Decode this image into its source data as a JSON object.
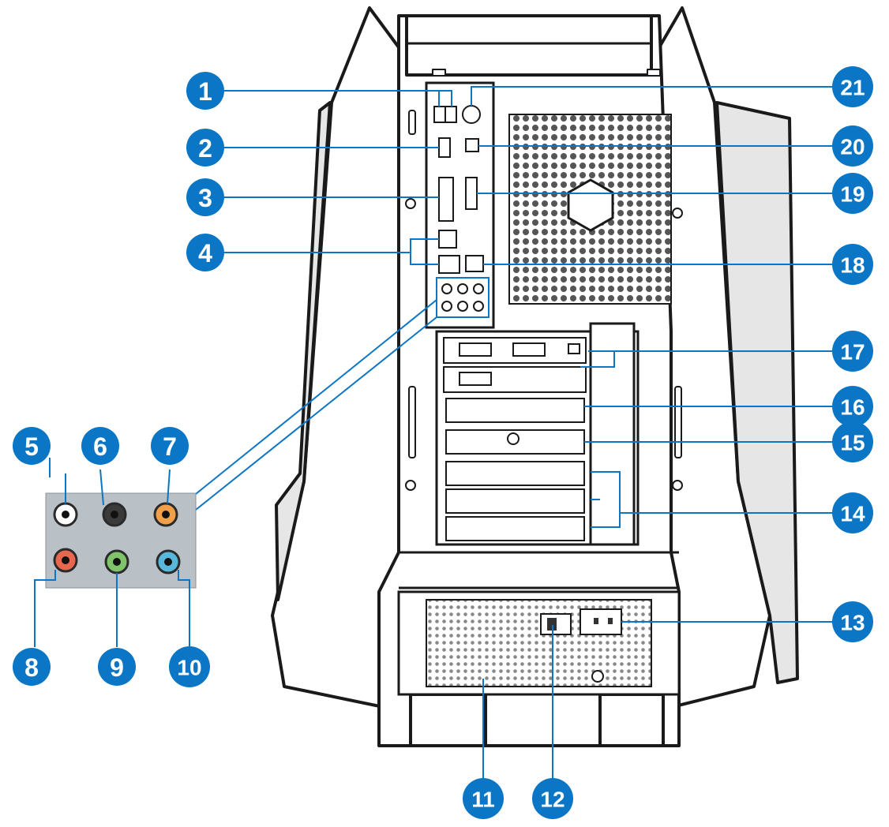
{
  "colors": {
    "callout_fill": "#0b76c5",
    "callout_text": "#ffffff",
    "leader_line": "#0b76c5",
    "case_outline": "#1a1a1a",
    "case_fill": "#ffffff",
    "panel_fill": "#b9c0c6",
    "jack_white": "#ffffff",
    "jack_black": "#3a3a3a",
    "jack_orange": "#f0a04a",
    "jack_red": "#e8674f",
    "jack_green": "#7fc36b",
    "jack_blue": "#58b8dc"
  },
  "callouts": [
    {
      "id": "1",
      "label": "1"
    },
    {
      "id": "2",
      "label": "2"
    },
    {
      "id": "3",
      "label": "3"
    },
    {
      "id": "4",
      "label": "4"
    },
    {
      "id": "5",
      "label": "5"
    },
    {
      "id": "6",
      "label": "6"
    },
    {
      "id": "7",
      "label": "7"
    },
    {
      "id": "8",
      "label": "8"
    },
    {
      "id": "9",
      "label": "9"
    },
    {
      "id": "10",
      "label": "10"
    },
    {
      "id": "11",
      "label": "11"
    },
    {
      "id": "12",
      "label": "12"
    },
    {
      "id": "13",
      "label": "13"
    },
    {
      "id": "14",
      "label": "14"
    },
    {
      "id": "15",
      "label": "15"
    },
    {
      "id": "16",
      "label": "16"
    },
    {
      "id": "17",
      "label": "17"
    },
    {
      "id": "18",
      "label": "18"
    },
    {
      "id": "19",
      "label": "19"
    },
    {
      "id": "20",
      "label": "20"
    },
    {
      "id": "21",
      "label": "21"
    }
  ],
  "audio_jacks": [
    {
      "id": "5",
      "color": "jack_white"
    },
    {
      "id": "6",
      "color": "jack_black"
    },
    {
      "id": "7",
      "color": "jack_orange"
    },
    {
      "id": "8",
      "color": "jack_red"
    },
    {
      "id": "9",
      "color": "jack_green"
    },
    {
      "id": "10",
      "color": "jack_blue"
    }
  ]
}
